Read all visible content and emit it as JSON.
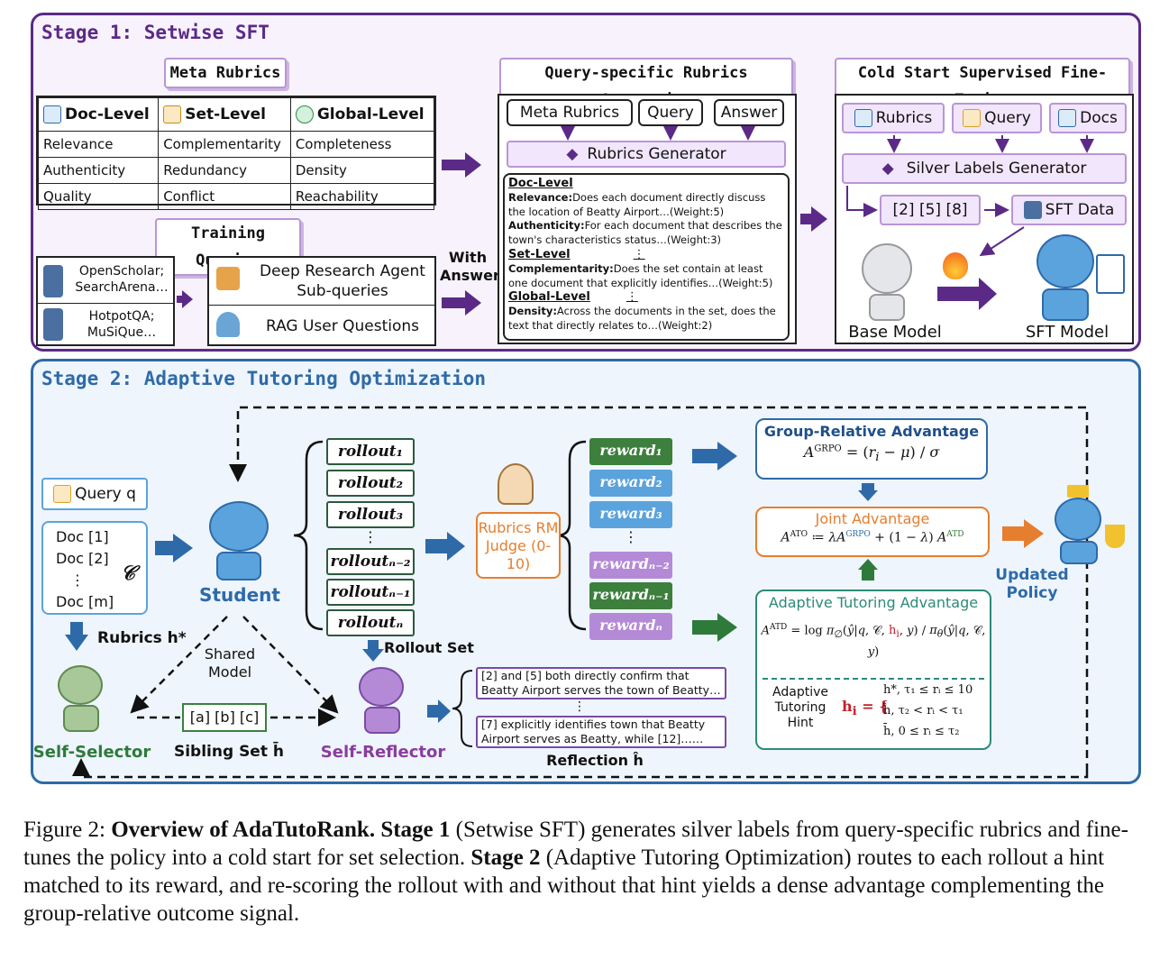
{
  "stage1": {
    "title": "Stage 1: Setwise SFT",
    "meta_rubrics_title": "Meta Rubrics",
    "levels": [
      {
        "name": "Doc-Level",
        "items": [
          "Relevance",
          "Authenticity",
          "Quality"
        ]
      },
      {
        "name": "Set-Level",
        "items": [
          "Complementarity",
          "Redundancy",
          "Conflict"
        ]
      },
      {
        "name": "Global-Level",
        "items": [
          "Completeness",
          "Density",
          "Reachability"
        ]
      }
    ],
    "training_queries_title": "Training Queries",
    "sources": [
      "OpenScholar; SearchArena…",
      "HotpotQA; MuSiQue…"
    ],
    "query_types": [
      "Deep Research Agent Sub-queries",
      "RAG User Questions"
    ],
    "with_answer": "With Answer",
    "qrg_title": "Query-specific Rubrics Generation",
    "qrg_inputs": [
      "Meta Rubrics",
      "Query",
      "Answer"
    ],
    "rubrics_generator": "Rubrics Generator",
    "rubric_examples": {
      "doc_level": "Doc-Level",
      "relevance_label": "Relevance:",
      "relevance_text": "Does each document directly discuss the location of Beatty Airport…(Weight:5)",
      "authenticity_label": "Authenticity:",
      "authenticity_text": "For each document that describes the town's characteristics status…(Weight:3)",
      "set_level": "Set-Level",
      "complementarity_label": "Complementarity:",
      "complementarity_text": "Does the set contain at least one document that explicitly identifies…(Weight:5)",
      "global_level": "Global-Level",
      "density_label": "Density:",
      "density_text": "Across the documents in the set, does the text that directly relates to…(Weight:2)",
      "vdots": "⋮"
    },
    "sft_title": "Cold Start Supervised Fine-Tuning",
    "sft_inputs": [
      "Rubrics",
      "Query",
      "Docs"
    ],
    "silver_generator": "Silver Labels Generator",
    "labels": "[2] [5] [8]",
    "sft_data": "SFT Data",
    "base_model": "Base Model",
    "sft_model": "SFT Model"
  },
  "stage2": {
    "title": "Stage 2: Adaptive Tutoring Optimization",
    "query": "Query q",
    "docs": [
      "Doc [1]",
      "Doc [2]",
      "⋮",
      "Doc [m]"
    ],
    "doc_set_symbol": "𝒞",
    "student": "Student",
    "rubrics_h": "Rubrics h*",
    "shared_model": "Shared Model",
    "sibling_set_box": "[a] [b] [c]",
    "sibling_set_label": "Sibling Set h̄",
    "self_selector": "Self-Selector",
    "self_reflector": "Self-Reflector",
    "rollouts": [
      "rollout₁",
      "rollout₂",
      "rollout₃",
      "⋮",
      "rolloutₙ₋₂",
      "rolloutₙ₋₁",
      "rolloutₙ"
    ],
    "rollout_set": "Rollout Set",
    "judge": "Rubrics RM Judge (0-10)",
    "rewards": [
      "reward₁",
      "reward₂",
      "reward₃",
      "⋮",
      "rewardₙ₋₂",
      "rewardₙ₋₁",
      "rewardₙ"
    ],
    "reflection_1": "[2] and [5] both directly confirm that Beatty Airport serves the town of Beatty…",
    "reflection_2": "[7] explicitly identifies town that Beatty Airport serves as Beatty, while [12]……",
    "reflection_label": "Reflection ĥ",
    "grpo_title": "Group-Relative Advantage",
    "joint_title": "Joint Advantage",
    "atd_title": "Adaptive Tutoring Advantage",
    "hint_label": "Adaptive Tutoring Hint",
    "hint_cases": [
      "h*,  τ₁ ≤ rᵢ ≤ 10",
      "ĥ,  τ₂ < rᵢ < τ₁",
      "h̄,  0 ≤ rᵢ ≤ τ₂"
    ],
    "updated_policy": "Updated Policy"
  },
  "caption": {
    "lead": "Figure 2: ",
    "bold1": "Overview of AdaTutoRank. Stage 1",
    "t1": " (Setwise SFT) generates silver labels from query-specific rubrics and fine-tunes the policy into a cold start for set selection. ",
    "bold2": "Stage 2",
    "t2": " (Adaptive Tutoring Optimization) routes to each rollout a hint matched to its reward, and re-scoring the rollout with and without that hint yields a dense advantage complementing the group-relative outcome signal."
  }
}
